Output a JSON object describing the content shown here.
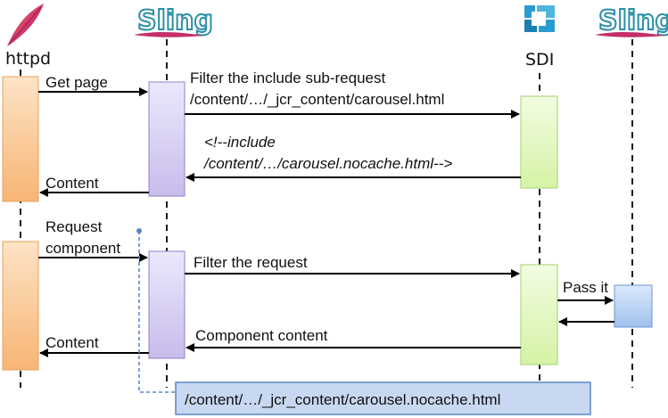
{
  "participants": {
    "httpd": {
      "logo": "apache-feather-icon",
      "name": "httpd"
    },
    "sling1": {
      "logo": "sling-logo",
      "logo_text": "Sling"
    },
    "sdi": {
      "logo": "sdi-logo",
      "name": "SDI"
    },
    "sling2": {
      "logo": "sling-logo",
      "logo_text": "Sling"
    }
  },
  "messages": {
    "get_page": "Get page",
    "filter_include_line1": "Filter the include sub-request",
    "filter_include_line2": "/content/…/_jcr_content/carousel.html",
    "include_line1": "<!--include",
    "include_line2": "/content/…/carousel.nocache.html-->",
    "content_top": "Content",
    "request_component_line1": "Request",
    "request_component_line2": "component",
    "filter_request": "Filter the request",
    "pass_it": "Pass it",
    "component_content": "Component content",
    "content_bottom": "Content"
  },
  "note": {
    "text": "/content/…/_jcr_content/carousel.nocache.html"
  },
  "colors": {
    "httpd_box": "#f9c48e",
    "sling_box": "#d9d0f2",
    "sdi_box": "#e4f7c4",
    "sling2_box": "#b9d3f3",
    "sling_logo": "#2a8fa6",
    "apache_feather": "#c42f6a",
    "sdi_logo": "#2a9bd0",
    "note_fill": "#c7d8f0",
    "note_border": "#5b86c5"
  }
}
